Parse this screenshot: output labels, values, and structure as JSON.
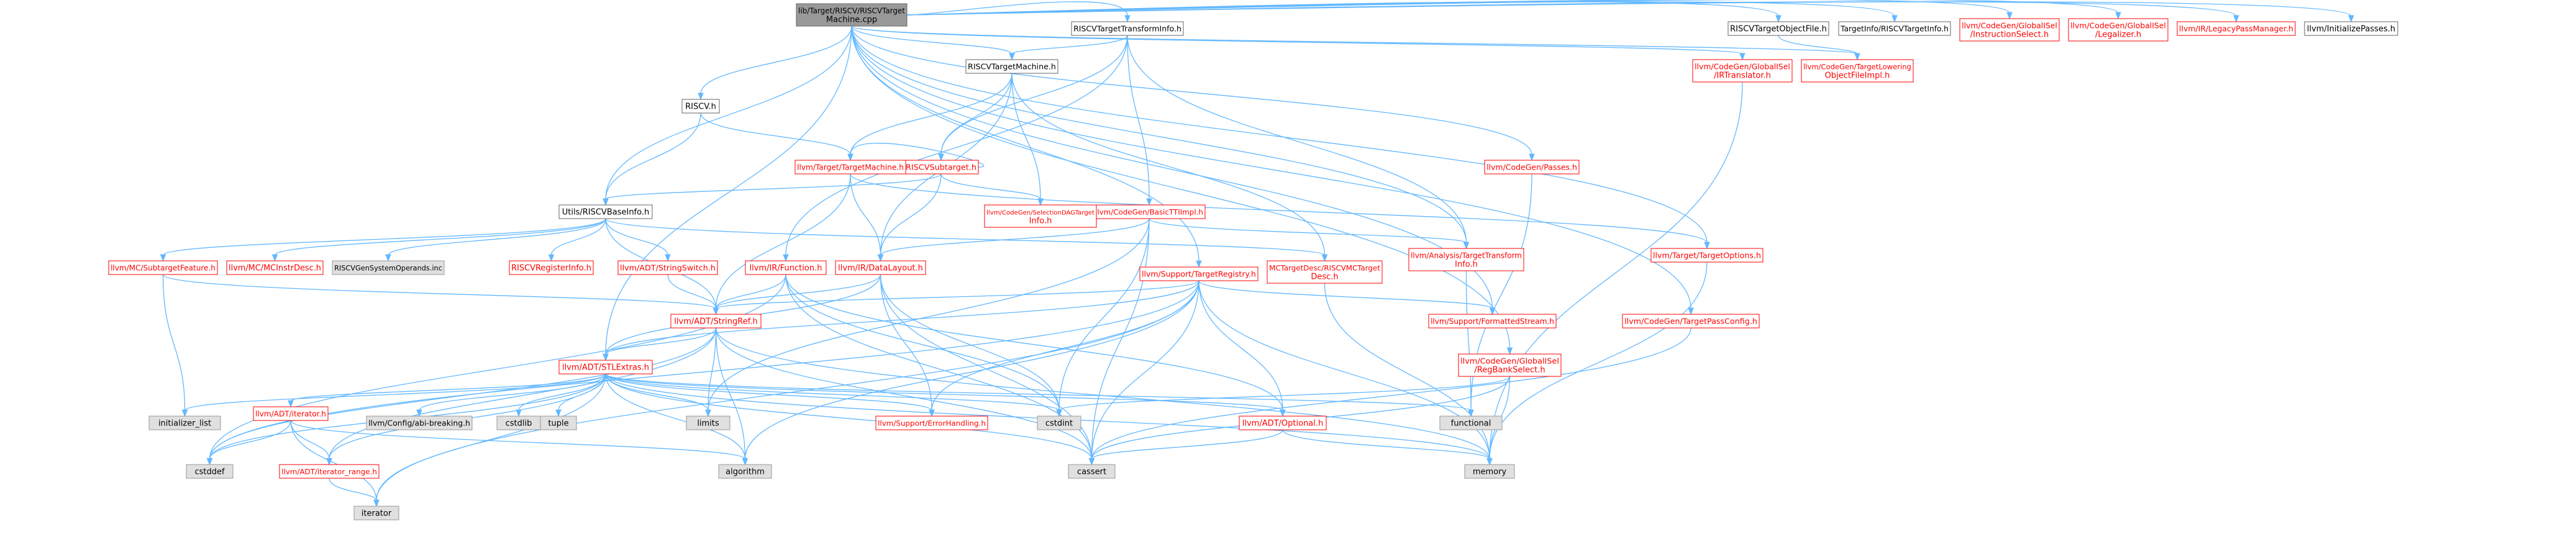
{
  "colors": {
    "edge": "#63b8ff",
    "root_fill": "#999999",
    "root_stroke": "#666666",
    "red_stroke": "#ff0000",
    "red_text": "#ff0000",
    "plain_stroke": "#666666",
    "system_fill": "#e0e0e0",
    "system_stroke": "#999999",
    "text": "#000000",
    "node_fill": "#ffffff"
  },
  "nodes": [
    {
      "id": "root",
      "kind": "root",
      "lines": [
        "lib/Target/RISCV/RISCVTarget",
        "Machine.cpp"
      ]
    },
    {
      "id": "ttinfo",
      "kind": "plain",
      "lines": [
        "RISCVTargetTransformInfo.h"
      ]
    },
    {
      "id": "objfile",
      "kind": "plain",
      "lines": [
        "RISCVTargetObjectFile.h"
      ]
    },
    {
      "id": "tgtinfo",
      "kind": "plain",
      "lines": [
        "TargetInfo/RISCVTargetInfo.h"
      ]
    },
    {
      "id": "instsel",
      "kind": "red",
      "lines": [
        "llvm/CodeGen/GlobalISel",
        "/InstructionSelect.h"
      ]
    },
    {
      "id": "legalizer",
      "kind": "red",
      "lines": [
        "llvm/CodeGen/GlobalISel",
        "/Legalizer.h"
      ]
    },
    {
      "id": "legacypm",
      "kind": "red",
      "lines": [
        "llvm/IR/LegacyPassManager.h"
      ]
    },
    {
      "id": "initpasses",
      "kind": "plain",
      "lines": [
        "llvm/InitializePasses.h"
      ]
    },
    {
      "id": "tmach",
      "kind": "plain",
      "lines": [
        "RISCVTargetMachine.h"
      ]
    },
    {
      "id": "irtrans",
      "kind": "red",
      "lines": [
        "llvm/CodeGen/GlobalISel",
        "/IRTranslator.h"
      ]
    },
    {
      "id": "tlof",
      "kind": "red",
      "lines": [
        "llvm/CodeGen/TargetLowering",
        "ObjectFileImpl.h"
      ]
    },
    {
      "id": "riscvh",
      "kind": "plain",
      "lines": [
        "RISCV.h"
      ]
    },
    {
      "id": "subtgt",
      "kind": "red",
      "lines": [
        "RISCVSubtarget.h"
      ]
    },
    {
      "id": "passes",
      "kind": "red",
      "lines": [
        "llvm/CodeGen/Passes.h"
      ]
    },
    {
      "id": "basettl",
      "kind": "red",
      "lines": [
        "llvm/CodeGen/BasicTTIImpl.h"
      ]
    },
    {
      "id": "tgtmach",
      "kind": "red",
      "lines": [
        "llvm/Target/TargetMachine.h"
      ]
    },
    {
      "id": "seldag",
      "kind": "red",
      "lines": [
        "llvm/CodeGen/SelectionDAGTarget",
        "Info.h"
      ]
    },
    {
      "id": "basei",
      "kind": "plain",
      "lines": [
        "Utils/RISCVBaseInfo.h"
      ]
    },
    {
      "id": "antti",
      "kind": "red",
      "lines": [
        "llvm/Analysis/TargetTransform",
        "Info.h"
      ]
    },
    {
      "id": "tgtopts",
      "kind": "red",
      "lines": [
        "llvm/Target/TargetOptions.h"
      ]
    },
    {
      "id": "subfeat",
      "kind": "red",
      "lines": [
        "llvm/MC/SubtargetFeature.h"
      ]
    },
    {
      "id": "mcinstr",
      "kind": "red",
      "lines": [
        "llvm/MC/MCInstrDesc.h"
      ]
    },
    {
      "id": "sysops",
      "kind": "system",
      "lines": [
        "RISCVGenSystemOperands.inc"
      ]
    },
    {
      "id": "reginfo",
      "kind": "red",
      "lines": [
        "RISCVRegisterInfo.h"
      ]
    },
    {
      "id": "strswitch",
      "kind": "red",
      "lines": [
        "llvm/ADT/StringSwitch.h"
      ]
    },
    {
      "id": "irfunc",
      "kind": "red",
      "lines": [
        "llvm/IR/Function.h"
      ]
    },
    {
      "id": "datalayout",
      "kind": "red",
      "lines": [
        "llvm/IR/DataLayout.h"
      ]
    },
    {
      "id": "treg",
      "kind": "red",
      "lines": [
        "llvm/Support/TargetRegistry.h"
      ]
    },
    {
      "id": "mcdesc",
      "kind": "red",
      "lines": [
        "MCTargetDesc/RISCVMCTarget",
        "Desc.h"
      ]
    },
    {
      "id": "fmtstream",
      "kind": "red",
      "lines": [
        "llvm/Support/FormattedStream.h"
      ]
    },
    {
      "id": "tpassconf",
      "kind": "red",
      "lines": [
        "llvm/CodeGen/TargetPassConfig.h"
      ]
    },
    {
      "id": "strref",
      "kind": "red",
      "lines": [
        "llvm/ADT/StringRef.h"
      ]
    },
    {
      "id": "regbank",
      "kind": "red",
      "lines": [
        "llvm/CodeGen/GlobalISel",
        "/RegBankSelect.h"
      ]
    },
    {
      "id": "stlextras",
      "kind": "red",
      "lines": [
        "llvm/ADT/STLExtras.h"
      ]
    },
    {
      "id": "initlist",
      "kind": "system",
      "lines": [
        "initializer_list"
      ]
    },
    {
      "id": "adtiter",
      "kind": "red",
      "lines": [
        "llvm/ADT/iterator.h"
      ]
    },
    {
      "id": "abibreak",
      "kind": "system",
      "lines": [
        "llvm/Config/abi-breaking.h"
      ]
    },
    {
      "id": "cstdlib",
      "kind": "system",
      "lines": [
        "cstdlib"
      ]
    },
    {
      "id": "tuple",
      "kind": "system",
      "lines": [
        "tuple"
      ]
    },
    {
      "id": "limits",
      "kind": "system",
      "lines": [
        "limits"
      ]
    },
    {
      "id": "errhand",
      "kind": "red",
      "lines": [
        "llvm/Support/ErrorHandling.h"
      ]
    },
    {
      "id": "cstdint",
      "kind": "system",
      "lines": [
        "cstdint"
      ]
    },
    {
      "id": "optional",
      "kind": "red",
      "lines": [
        "llvm/ADT/Optional.h"
      ]
    },
    {
      "id": "functional",
      "kind": "system",
      "lines": [
        "functional"
      ]
    },
    {
      "id": "cstddef",
      "kind": "system",
      "lines": [
        "cstddef"
      ]
    },
    {
      "id": "iterrange",
      "kind": "red",
      "lines": [
        "llvm/ADT/iterator_range.h"
      ]
    },
    {
      "id": "algorithm",
      "kind": "system",
      "lines": [
        "algorithm"
      ]
    },
    {
      "id": "cassert",
      "kind": "system",
      "lines": [
        "cassert"
      ]
    },
    {
      "id": "memory",
      "kind": "system",
      "lines": [
        "memory"
      ]
    },
    {
      "id": "iterator",
      "kind": "system",
      "lines": [
        "iterator"
      ]
    }
  ],
  "edges": [
    [
      "root",
      "ttinfo"
    ],
    [
      "root",
      "objfile"
    ],
    [
      "root",
      "tgtinfo"
    ],
    [
      "root",
      "instsel"
    ],
    [
      "root",
      "legalizer"
    ],
    [
      "root",
      "legacypm"
    ],
    [
      "root",
      "initpasses"
    ],
    [
      "root",
      "tmach"
    ],
    [
      "root",
      "irtrans"
    ],
    [
      "root",
      "tlof"
    ],
    [
      "root",
      "riscvh"
    ],
    [
      "root",
      "basei"
    ],
    [
      "root",
      "stlextras"
    ],
    [
      "root",
      "passes"
    ],
    [
      "root",
      "antti"
    ],
    [
      "root",
      "treg"
    ],
    [
      "root",
      "tgtopts"
    ],
    [
      "root",
      "tpassconf"
    ],
    [
      "root",
      "regbank"
    ],
    [
      "root",
      "fmtstream"
    ],
    [
      "ttinfo",
      "tmach"
    ],
    [
      "ttinfo",
      "subtgt"
    ],
    [
      "ttinfo",
      "basettl"
    ],
    [
      "ttinfo",
      "antti"
    ],
    [
      "ttinfo",
      "irfunc"
    ],
    [
      "objfile",
      "tlof"
    ],
    [
      "irtrans",
      "memory"
    ],
    [
      "tmach",
      "subtgt"
    ],
    [
      "tmach",
      "tgtmach"
    ],
    [
      "tmach",
      "mcdesc"
    ],
    [
      "tmach",
      "seldag"
    ],
    [
      "tmach",
      "datalayout"
    ],
    [
      "riscvh",
      "basei"
    ],
    [
      "riscvh",
      "tgtmach"
    ],
    [
      "subtgt",
      "basei"
    ],
    [
      "subtgt",
      "tgtmach"
    ],
    [
      "subtgt",
      "seldag"
    ],
    [
      "subtgt",
      "datalayout"
    ],
    [
      "passes",
      "functional"
    ],
    [
      "basettl",
      "antti"
    ],
    [
      "basettl",
      "datalayout"
    ],
    [
      "basettl",
      "cstdint"
    ],
    [
      "basettl",
      "cassert"
    ],
    [
      "basettl",
      "limits"
    ],
    [
      "tgtmach",
      "datalayout"
    ],
    [
      "tgtmach",
      "strref"
    ],
    [
      "tgtmach",
      "tgtopts"
    ],
    [
      "basei",
      "subfeat"
    ],
    [
      "basei",
      "mcinstr"
    ],
    [
      "basei",
      "sysops"
    ],
    [
      "basei",
      "reginfo"
    ],
    [
      "basei",
      "strswitch"
    ],
    [
      "basei",
      "strref"
    ],
    [
      "basei",
      "mcdesc"
    ],
    [
      "antti",
      "functional"
    ],
    [
      "tgtopts",
      "memory"
    ],
    [
      "subfeat",
      "initlist"
    ],
    [
      "subfeat",
      "strref"
    ],
    [
      "strswitch",
      "strref"
    ],
    [
      "strswitch",
      "cstring"
    ],
    [
      "irfunc",
      "strref"
    ],
    [
      "irfunc",
      "cassert"
    ],
    [
      "irfunc",
      "cstdint"
    ],
    [
      "irfunc",
      "optional"
    ],
    [
      "irfunc",
      "cstddef"
    ],
    [
      "datalayout",
      "strref"
    ],
    [
      "datalayout",
      "errhand"
    ],
    [
      "datalayout",
      "cstdint"
    ],
    [
      "datalayout",
      "cassert"
    ],
    [
      "datalayout",
      "stlextras"
    ],
    [
      "treg",
      "strref"
    ],
    [
      "treg",
      "stlextras"
    ],
    [
      "treg",
      "optional"
    ],
    [
      "treg",
      "errhand"
    ],
    [
      "treg",
      "fmtstream"
    ],
    [
      "treg",
      "algorithm"
    ],
    [
      "treg",
      "cassert"
    ],
    [
      "treg",
      "cstddef"
    ],
    [
      "treg",
      "iterator"
    ],
    [
      "treg",
      "memory"
    ],
    [
      "mcdesc",
      "memory"
    ],
    [
      "tpassconf",
      "cassert"
    ],
    [
      "strref",
      "stlextras"
    ],
    [
      "strref",
      "iterrange"
    ],
    [
      "strref",
      "algorithm"
    ],
    [
      "strref",
      "cassert"
    ],
    [
      "strref",
      "cstddef"
    ],
    [
      "strref",
      "limits"
    ],
    [
      "strref",
      "memory"
    ],
    [
      "regbank",
      "memory"
    ],
    [
      "regbank",
      "cassert"
    ],
    [
      "regbank",
      "cstdint"
    ],
    [
      "stlextras",
      "initlist"
    ],
    [
      "stlextras",
      "adtiter"
    ],
    [
      "stlextras",
      "abibreak"
    ],
    [
      "stlextras",
      "cstdlib"
    ],
    [
      "stlextras",
      "tuple"
    ],
    [
      "stlextras",
      "limits"
    ],
    [
      "stlextras",
      "errhand"
    ],
    [
      "stlextras",
      "cstdint"
    ],
    [
      "stlextras",
      "optional"
    ],
    [
      "stlextras",
      "functional"
    ],
    [
      "stlextras",
      "cstddef"
    ],
    [
      "stlextras",
      "iterrange"
    ],
    [
      "stlextras",
      "algorithm"
    ],
    [
      "stlextras",
      "cassert"
    ],
    [
      "stlextras",
      "memory"
    ],
    [
      "stlextras",
      "iterator"
    ],
    [
      "adtiter",
      "cstddef"
    ],
    [
      "adtiter",
      "iterrange"
    ],
    [
      "adtiter",
      "algorithm"
    ],
    [
      "adtiter",
      "iterator"
    ],
    [
      "iterrange",
      "iterator"
    ],
    [
      "optional",
      "cassert"
    ],
    [
      "optional",
      "memory"
    ]
  ]
}
